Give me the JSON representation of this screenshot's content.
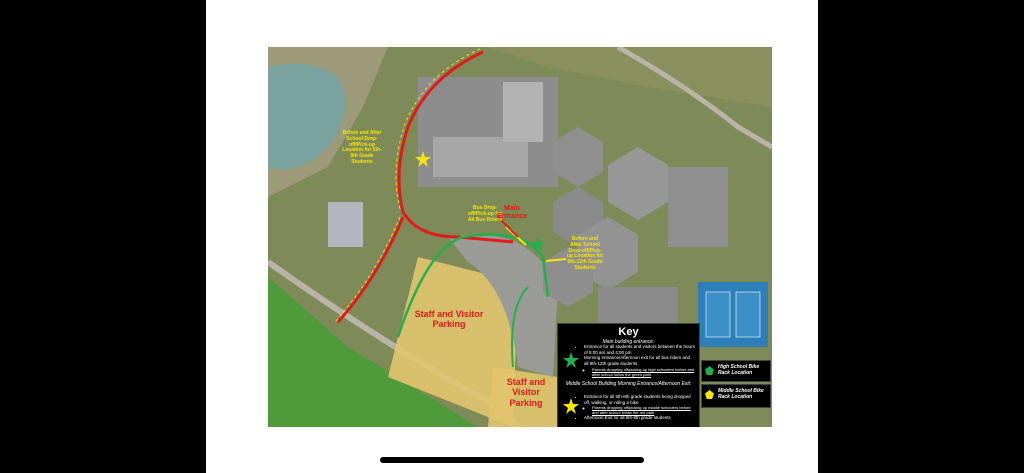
{
  "map": {
    "labels": {
      "bus_drop_off": "Bus Drop-off/Pick-up for All Bus Riders",
      "before_after_ms": "Before and After School Drop-off/Pick-up Location for 5th-8th Grade Students",
      "before_after_hs": "Before and After School Drop-off/Pick-up Location for 9th-12th Grade Students",
      "main_entrance": "Main Entrance",
      "staff_visitor_parking_1": "Staff and Visitor Parking",
      "staff_visitor_parking_2": "Staff and Visitor Parking"
    }
  },
  "key": {
    "title": "Key",
    "main_heading": "Main building entrance:",
    "main_items": [
      "Entrance for all students and visitors between the hours of 8:00 am and 4:00 pm",
      "Morning entrance/Afternoon exit for all bus riders and all 9th-12th grade students"
    ],
    "main_subitem": "Parents dropping off/picking up high schoolers before and after school follow the green path",
    "ms_heading": "Middle School Building Morning Entrance/Afternoon Exit:",
    "ms_items": [
      "Entrance for all 5th-8th grade students being dropped off, walking, or riding a bike"
    ],
    "ms_subitem": "Parents dropping off/picking up middle schoolers before and after school follow the red path",
    "ms_items_after": [
      "Afternoon Exit for all 5th-8th grade students"
    ],
    "green_star_color": "#1fb14a",
    "yellow_star_color": "#f6e600"
  },
  "legend": {
    "hs_bike": "High School Bike Rack Location",
    "ms_bike": "Middle School Bike Rack Location",
    "hs_symbol_color": "#1fb14a",
    "ms_symbol_color": "#f6e600"
  }
}
